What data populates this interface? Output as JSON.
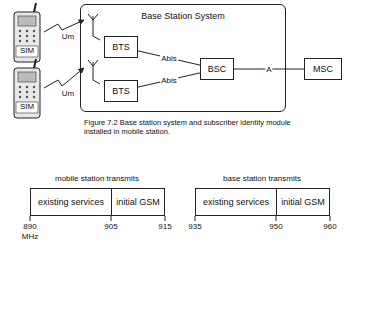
{
  "diagram": {
    "caption": "Figure 7.2 Base station system and subscriber identity module installed in mobile station.",
    "nodes": [
      {
        "text": [
          "Base Station System"
        ]
      },
      {
        "text": [
          "BTS"
        ],
        "in": 0
      },
      {
        "text": [
          "BTS"
        ],
        "in": 0
      },
      {
        "text": [
          "BSC"
        ],
        "in": 0
      },
      {
        "text": [
          "MSC"
        ]
      },
      {
        "text": [
          "existing services"
        ]
      },
      {
        "text": [
          "initial GSM"
        ]
      },
      {
        "text": [
          "existing services"
        ]
      },
      {
        "text": [
          "initial GSM"
        ]
      }
    ],
    "edges": [
      {
        "from": 1,
        "to": 3,
        "label": "Abis",
        "arrow": "none"
      },
      {
        "from": 2,
        "to": 3,
        "label": "Abis",
        "arrow": "none"
      },
      {
        "from": 3,
        "to": 4,
        "label": "A",
        "arrow": "none"
      }
    ],
    "labels": [
      "SIM",
      "SIM",
      "Um",
      "Um",
      "mobile station transmits",
      "base station transmits",
      "890",
      "MHz",
      "905",
      "915",
      "935",
      "950",
      "960"
    ]
  }
}
